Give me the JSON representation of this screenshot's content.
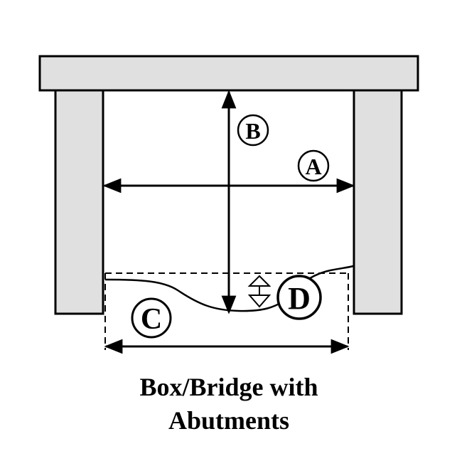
{
  "diagram": {
    "labels": {
      "a": "A",
      "b": "B",
      "c": "C",
      "d": "D"
    },
    "caption": {
      "line1": "Box/Bridge with",
      "line2": "Abutments"
    },
    "colors": {
      "structure_fill": "#e0e0e0",
      "stroke": "#000000"
    }
  }
}
